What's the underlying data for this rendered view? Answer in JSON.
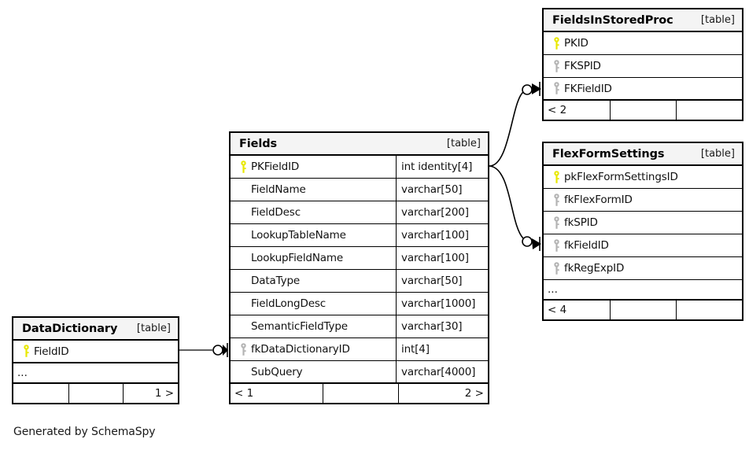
{
  "diagram": {
    "caption": "Generated by SchemaSpy",
    "table_tag": "[table]",
    "ellipsis": "...",
    "colors": {
      "primary_key": "#e8e800",
      "foreign_key": "#b3b3b3",
      "header_bg": "#f4f4f4",
      "border": "#000000",
      "background": "#ffffff"
    }
  },
  "tables": {
    "fields": {
      "name": "Fields",
      "tag": "[table]",
      "columns": [
        {
          "key": "primary",
          "name": "PKFieldID",
          "type": "int identity[4]"
        },
        {
          "key": "none",
          "name": "FieldName",
          "type": "varchar[50]"
        },
        {
          "key": "none",
          "name": "FieldDesc",
          "type": "varchar[200]"
        },
        {
          "key": "none",
          "name": "LookupTableName",
          "type": "varchar[100]"
        },
        {
          "key": "none",
          "name": "LookupFieldName",
          "type": "varchar[100]"
        },
        {
          "key": "none",
          "name": "DataType",
          "type": "varchar[50]"
        },
        {
          "key": "none",
          "name": "FieldLongDesc",
          "type": "varchar[1000]"
        },
        {
          "key": "none",
          "name": "SemanticFieldType",
          "type": "varchar[30]"
        },
        {
          "key": "foreign",
          "name": "fkDataDictionaryID",
          "type": "int[4]"
        },
        {
          "key": "none",
          "name": "SubQuery",
          "type": "varchar[4000]"
        }
      ],
      "footer": [
        "< 1",
        "",
        "2 >"
      ]
    },
    "fields_in_stored_proc": {
      "name": "FieldsInStoredProc",
      "tag": "[table]",
      "columns": [
        {
          "key": "primary",
          "name": "PKID",
          "type": ""
        },
        {
          "key": "foreign",
          "name": "FKSPID",
          "type": ""
        },
        {
          "key": "foreign",
          "name": "FKFieldID",
          "type": ""
        }
      ],
      "footer": [
        "< 2",
        "",
        ""
      ]
    },
    "flex_form_settings": {
      "name": "FlexFormSettings",
      "tag": "[table]",
      "columns": [
        {
          "key": "primary",
          "name": "pkFlexFormSettingsID",
          "type": ""
        },
        {
          "key": "foreign",
          "name": "fkFlexFormID",
          "type": ""
        },
        {
          "key": "foreign",
          "name": "fkSPID",
          "type": ""
        },
        {
          "key": "foreign",
          "name": "fkFieldID",
          "type": ""
        },
        {
          "key": "foreign",
          "name": "fkRegExpID",
          "type": ""
        }
      ],
      "has_ellipsis": true,
      "ellipsis": "...",
      "footer": [
        "< 4",
        "",
        ""
      ]
    },
    "data_dictionary": {
      "name": "DataDictionary",
      "tag": "[table]",
      "columns": [
        {
          "key": "primary",
          "name": "FieldID",
          "type": ""
        }
      ],
      "has_ellipsis": true,
      "ellipsis": "...",
      "footer": [
        "",
        "",
        "1 >"
      ]
    }
  },
  "relationships": [
    {
      "from": "Fields.PKFieldID",
      "to": "FieldsInStoredProc.FKFieldID",
      "notation": "zero-or-many"
    },
    {
      "from": "Fields.PKFieldID",
      "to": "FlexFormSettings.fkFieldID",
      "notation": "zero-or-many"
    },
    {
      "from": "DataDictionary.FieldID",
      "to": "Fields.fkDataDictionaryID",
      "notation": "zero-or-many"
    }
  ]
}
